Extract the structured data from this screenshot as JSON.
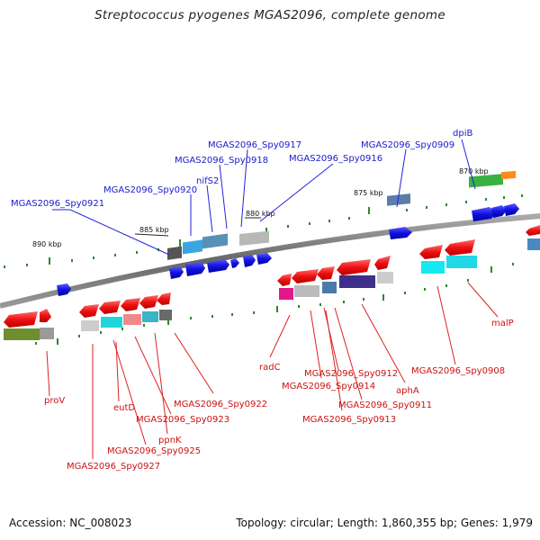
{
  "title": "Streptococcus pyogenes MGAS2096, complete genome",
  "footer": {
    "accession": "Accession: NC_008023",
    "summary": "Topology: circular; Length: 1,860,355 bp; Genes: 1,979"
  },
  "positions": [
    "890 kbp",
    "885 kbp",
    "880 kbp",
    "875 kbp",
    "870 kbp"
  ],
  "labels_top": [
    "MGAS2096_Spy0921",
    "MGAS2096_Spy0920",
    "nifS2",
    "MGAS2096_Spy0918",
    "MGAS2096_Spy0917",
    "MGAS2096_Spy0916",
    "MGAS2096_Spy0909",
    "dpiB"
  ],
  "labels_bottom": [
    "proV",
    "MGAS2096_Spy0927",
    "MGAS2096_Spy0925",
    "eutD",
    "MGAS2096_Spy0923",
    "ppnK",
    "MGAS2096_Spy0922",
    "radC",
    "MGAS2096_Spy0914",
    "MGAS2096_Spy0912",
    "MGAS2096_Spy0913",
    "MGAS2096_Spy0911",
    "aphA",
    "MGAS2096_Spy0908",
    "malP"
  ],
  "colors": {
    "forward_gene": "#1111dd",
    "reverse_gene": "#ee1111",
    "top_label": "#1a1acc",
    "bottom_label": "#cc1111",
    "backbone": "#777777",
    "tick": "#2a8a2a"
  }
}
